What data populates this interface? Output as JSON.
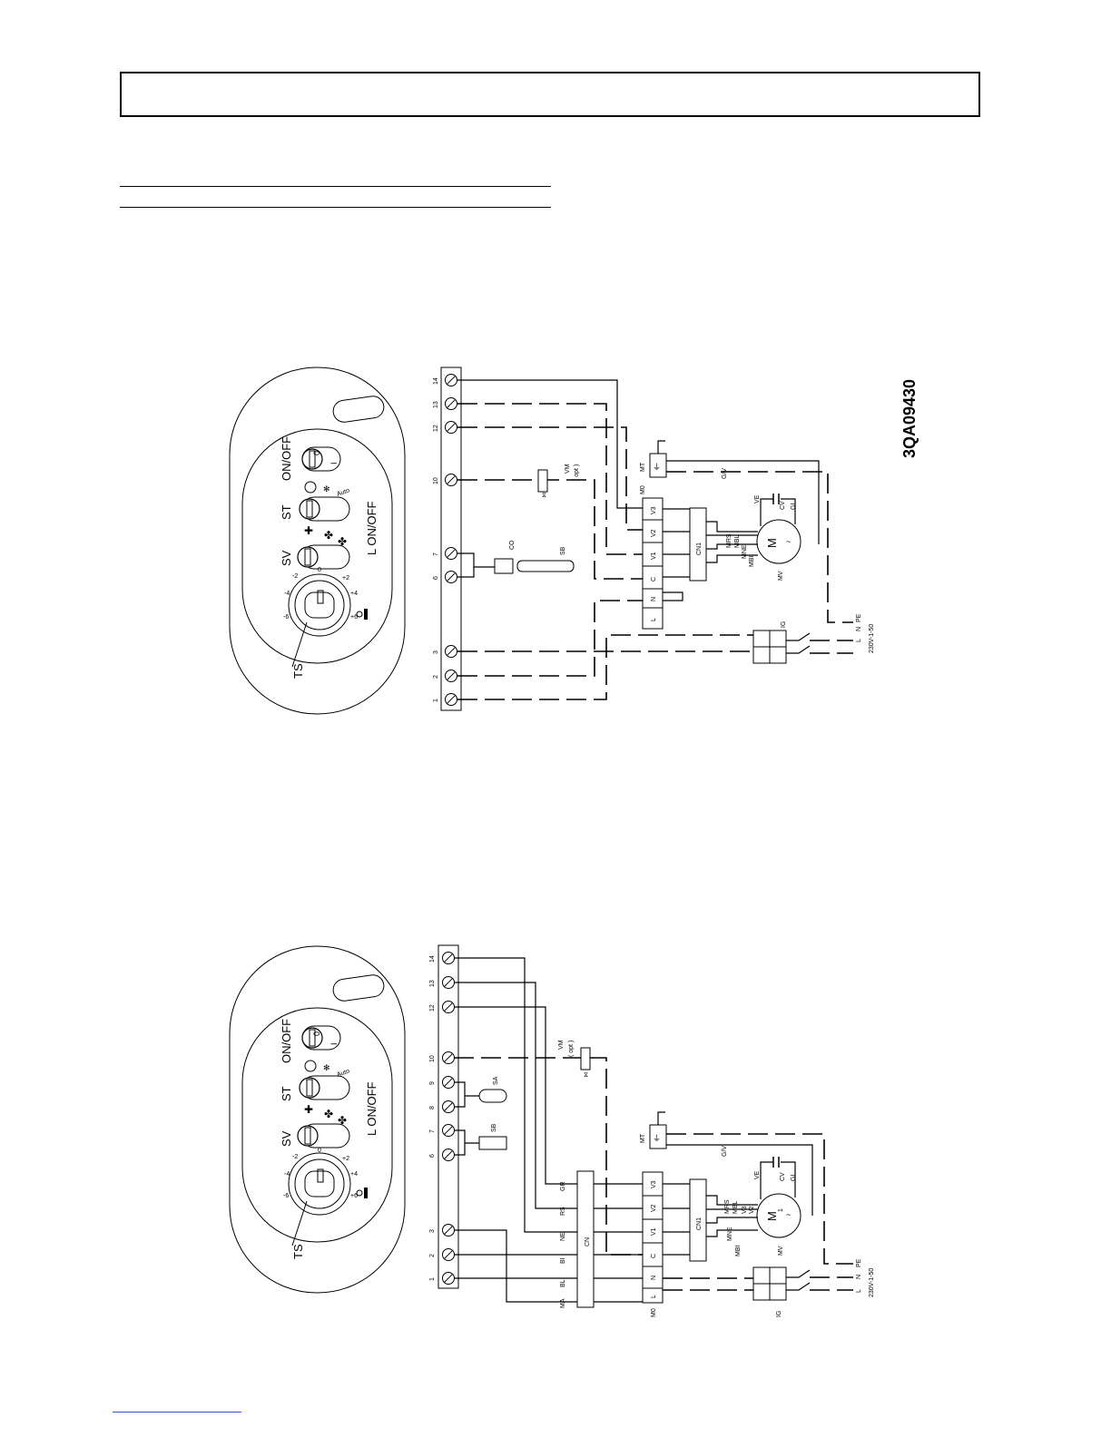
{
  "drawing_code": "3QA09430",
  "panel": {
    "on_off": "ON/OFF",
    "st": "ST",
    "sv": "SV",
    "ts": "TS",
    "l_on_off": "L ON/OFF",
    "zero": "0",
    "one": "I",
    "auto": "Auto",
    "plus": "+",
    "scale": [
      "-6",
      "-4",
      "-2",
      "0",
      "+2",
      "+4",
      "+6"
    ]
  },
  "terminals_top": [
    "14",
    "13",
    "12",
    "10",
    "7",
    "6",
    "3",
    "2",
    "1"
  ],
  "terminals_bottom": [
    "14",
    "13",
    "12",
    "10",
    "9",
    "8",
    "7",
    "6",
    "3",
    "2",
    "1"
  ],
  "motor_block": [
    "V3",
    "V2",
    "V1",
    "C",
    "N",
    "L"
  ],
  "labels": {
    "vm": "VM",
    "opt": "( opt )",
    "co": "CO",
    "sb": "SB",
    "sa": "SA",
    "mt": "MT",
    "m0": "M0",
    "cn1": "CN1",
    "cn": "CN",
    "ve": "VE",
    "cv": "CV",
    "gi": "GI",
    "gv": "G/V",
    "mv": "MV",
    "motor_m": "M",
    "motor_1": "1",
    "ig": "IG",
    "supply": "230V-1-50",
    "l": "L",
    "n": "N",
    "pe": "PE",
    "wire_v3": "V3",
    "wire_v2": "V2",
    "wire_v1": "V1",
    "wire_c": "C",
    "mrs": "MRS",
    "mbl": "MBL",
    "mne": "MNE",
    "mbi": "MBI",
    "gr": "GR",
    "rs": "RS",
    "ne": "NE",
    "bi": "BI",
    "bl": "BL",
    "ma": "MA"
  }
}
